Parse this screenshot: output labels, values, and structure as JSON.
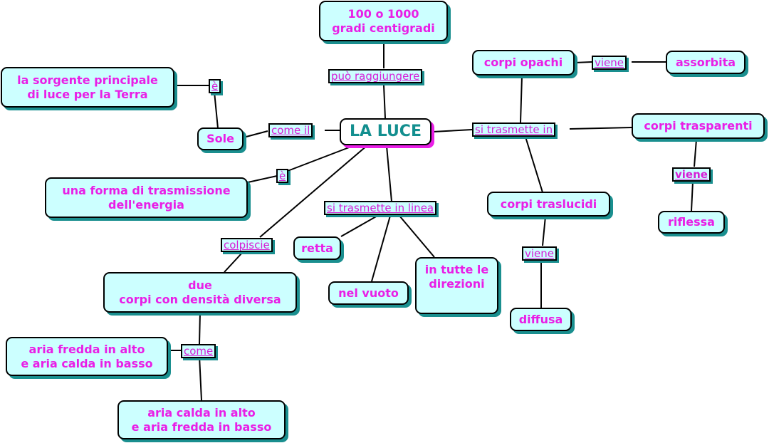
{
  "concept_map": {
    "root": "LA LUCE",
    "nodes": {
      "temperature": "100 o 1000\ngradi centigradi",
      "main_source": "la sorgente principale\ndi luce per la Terra",
      "sun": "Sole",
      "energy": "una forma di trasmissione\ndell'energia",
      "two_bodies": "due\ncorpi con densità diversa",
      "cold_high": "aria fredda in alto\ne aria calda in basso",
      "warm_high": "aria calda in alto\ne aria fredda in basso",
      "straight": "retta",
      "vacuum": "nel vuoto",
      "all_directions": "in tutte le\ndirezioni",
      "opaque": "corpi opachi",
      "absorbed": "assorbita",
      "transparent": "corpi trasparenti",
      "reflected": "riflessa",
      "translucent": "corpi traslucidi",
      "diffuse": "diffusa"
    },
    "links": {
      "can_reach": "può raggiungere",
      "is_sun": "è",
      "like_the": "come il",
      "is_energy": "è",
      "hits": "colpiscie",
      "like": "come",
      "travels_line": "si trasmette in linea ",
      "travels_in": "si trasmette in",
      "becomes_opaque": "viene",
      "becomes_transparent": "viene",
      "becomes_translucent": "viene"
    },
    "colors": {
      "node_fill": "#ccffff",
      "text": "#e91ee6",
      "root_text": "#138f8f",
      "shadow": "#1a8f8f"
    }
  }
}
